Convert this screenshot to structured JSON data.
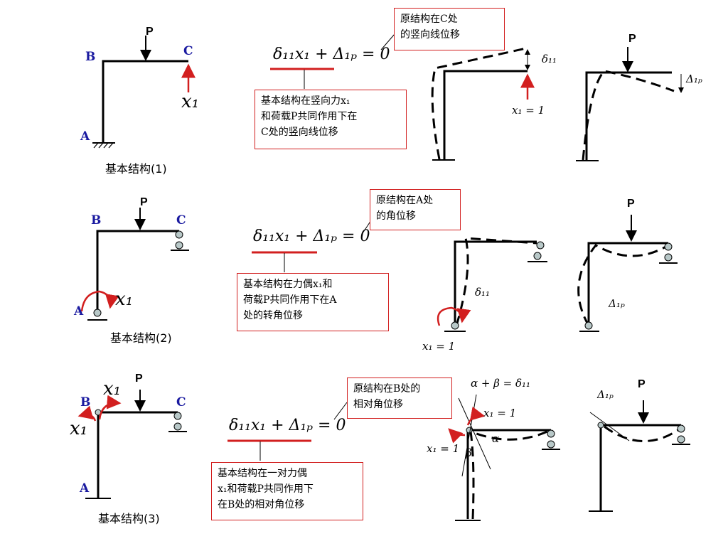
{
  "rows": [
    {
      "labels": {
        "A": "A",
        "B": "B",
        "C": "C",
        "P": "P",
        "x": "x₁"
      },
      "caption": "基本结构(1)",
      "equation": "δ₁₁x₁ + Δ₁ₚ = 0",
      "note_top": "原结构在C处\n的竖向线位移",
      "note_bottom": "基本结构在竖向力x₁\n和荷载P共同作用下在\nC处的竖向线位移",
      "fig2": {
        "delta": "δ₁₁",
        "unit": "x₁ = 1"
      },
      "fig3": {
        "P": "P",
        "delta": "Δ₁ₚ"
      }
    },
    {
      "labels": {
        "A": "A",
        "B": "B",
        "C": "C",
        "P": "P",
        "x": "x₁"
      },
      "caption": "基本结构(2)",
      "equation": "δ₁₁x₁ + Δ₁ₚ = 0",
      "note_top": "原结构在A处\n的角位移",
      "note_bottom": "基本结构在力偶x₁和\n荷载P共同作用下在A\n处的转角位移",
      "fig2": {
        "delta": "δ₁₁",
        "unit": "x₁ = 1"
      },
      "fig3": {
        "P": "P",
        "delta": "Δ₁ₚ"
      }
    },
    {
      "labels": {
        "A": "A",
        "B": "B",
        "C": "C",
        "P": "P",
        "x_top": "x₁",
        "x_left": "x₁"
      },
      "caption": "基本结构(3)",
      "equation": "δ₁₁x₁ + Δ₁ₚ = 0",
      "note_top": "原结构在B处的\n相对角位移",
      "note_bottom": "基本结构在一对力偶\nx₁和荷载P共同作用下\n在B处的相对角位移",
      "fig2": {
        "sum": "α + β = δ₁₁",
        "unit_top": "x₁ = 1",
        "unit_left": "x₁ = 1",
        "alpha": "α",
        "beta": "β"
      },
      "fig3": {
        "P": "P",
        "delta": "Δ₁ₚ"
      }
    }
  ],
  "colors": {
    "accent": "#d21f1f",
    "label": "#1a1aa0",
    "hinge": "#b8c8c8"
  }
}
